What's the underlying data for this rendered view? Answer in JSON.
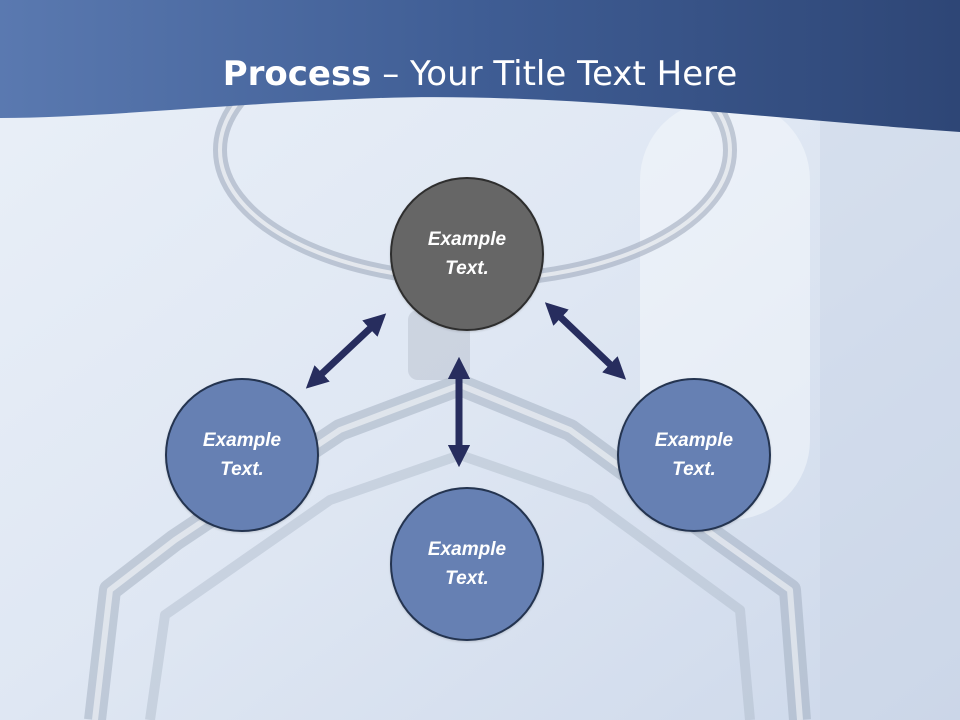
{
  "title": {
    "bold": "Process",
    "rest": " – Your Title Text Here"
  },
  "colors": {
    "header": "#4a66a0",
    "center_circle": "#666666",
    "outer_circle": "#6680b3",
    "arrow": "#272d5e",
    "circle_border": "#243450"
  },
  "nodes": {
    "top": {
      "label": "Example\nText."
    },
    "left": {
      "label": "Example\nText."
    },
    "bottom": {
      "label": "Example\nText."
    },
    "right": {
      "label": "Example\nText."
    }
  },
  "arrows": [
    {
      "from": "top",
      "to": "left",
      "style": "double-headed"
    },
    {
      "from": "top",
      "to": "bottom",
      "style": "double-headed"
    },
    {
      "from": "top",
      "to": "right",
      "style": "double-headed"
    }
  ]
}
